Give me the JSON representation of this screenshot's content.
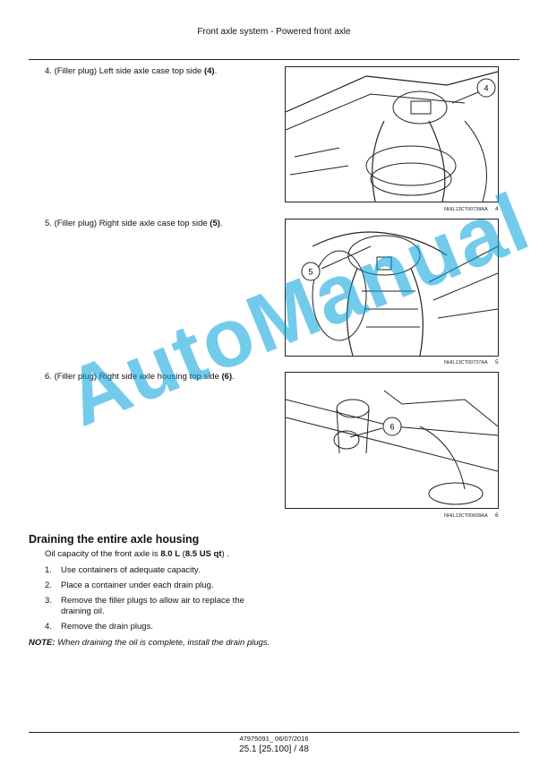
{
  "header": {
    "title": "Front axle system - Powered front axle"
  },
  "steps": [
    {
      "num": "4.",
      "text": "(Filler plug) Left side axle case top side ",
      "bold": "(4)",
      "tail": "."
    },
    {
      "num": "5.",
      "text": "(Filler plug) Right side axle case top side ",
      "bold": "(5)",
      "tail": "."
    },
    {
      "num": "6.",
      "text": "(Filler plug) Right side axle housing top side ",
      "bold": "(6)",
      "tail": "."
    }
  ],
  "figures": [
    {
      "callout": "4",
      "ref": "NHIL13CT00738AA",
      "number": "4"
    },
    {
      "callout": "5",
      "ref": "NHIL13CT00737AA",
      "number": "5"
    },
    {
      "callout": "6",
      "ref": "NHIL13CT00608AA",
      "number": "6"
    }
  ],
  "section": {
    "title": "Draining the entire axle housing",
    "capacity_prefix": "Oil capacity of the front axle is ",
    "capacity_value": "8.0 L",
    "capacity_mid": " (",
    "capacity_alt": "8.5 US qt",
    "capacity_suffix": ") .",
    "items": [
      {
        "num": "1.",
        "text": "Use containers of adequate capacity."
      },
      {
        "num": "2.",
        "text": "Place a container under each drain plug."
      },
      {
        "num": "3.",
        "text": "Remove the filler plugs to allow air to replace the draining oil."
      },
      {
        "num": "4.",
        "text": "Remove the drain plugs."
      }
    ],
    "note_label": "NOTE:",
    "note_text": " When draining the oil is complete, install the drain plugs."
  },
  "footer": {
    "doc": "47975091_ 06/07/2016",
    "page": "25.1 [25.100] / 48"
  },
  "watermark": "AutoManual",
  "colors": {
    "watermark": "#00a0dc",
    "line": "#222222"
  }
}
